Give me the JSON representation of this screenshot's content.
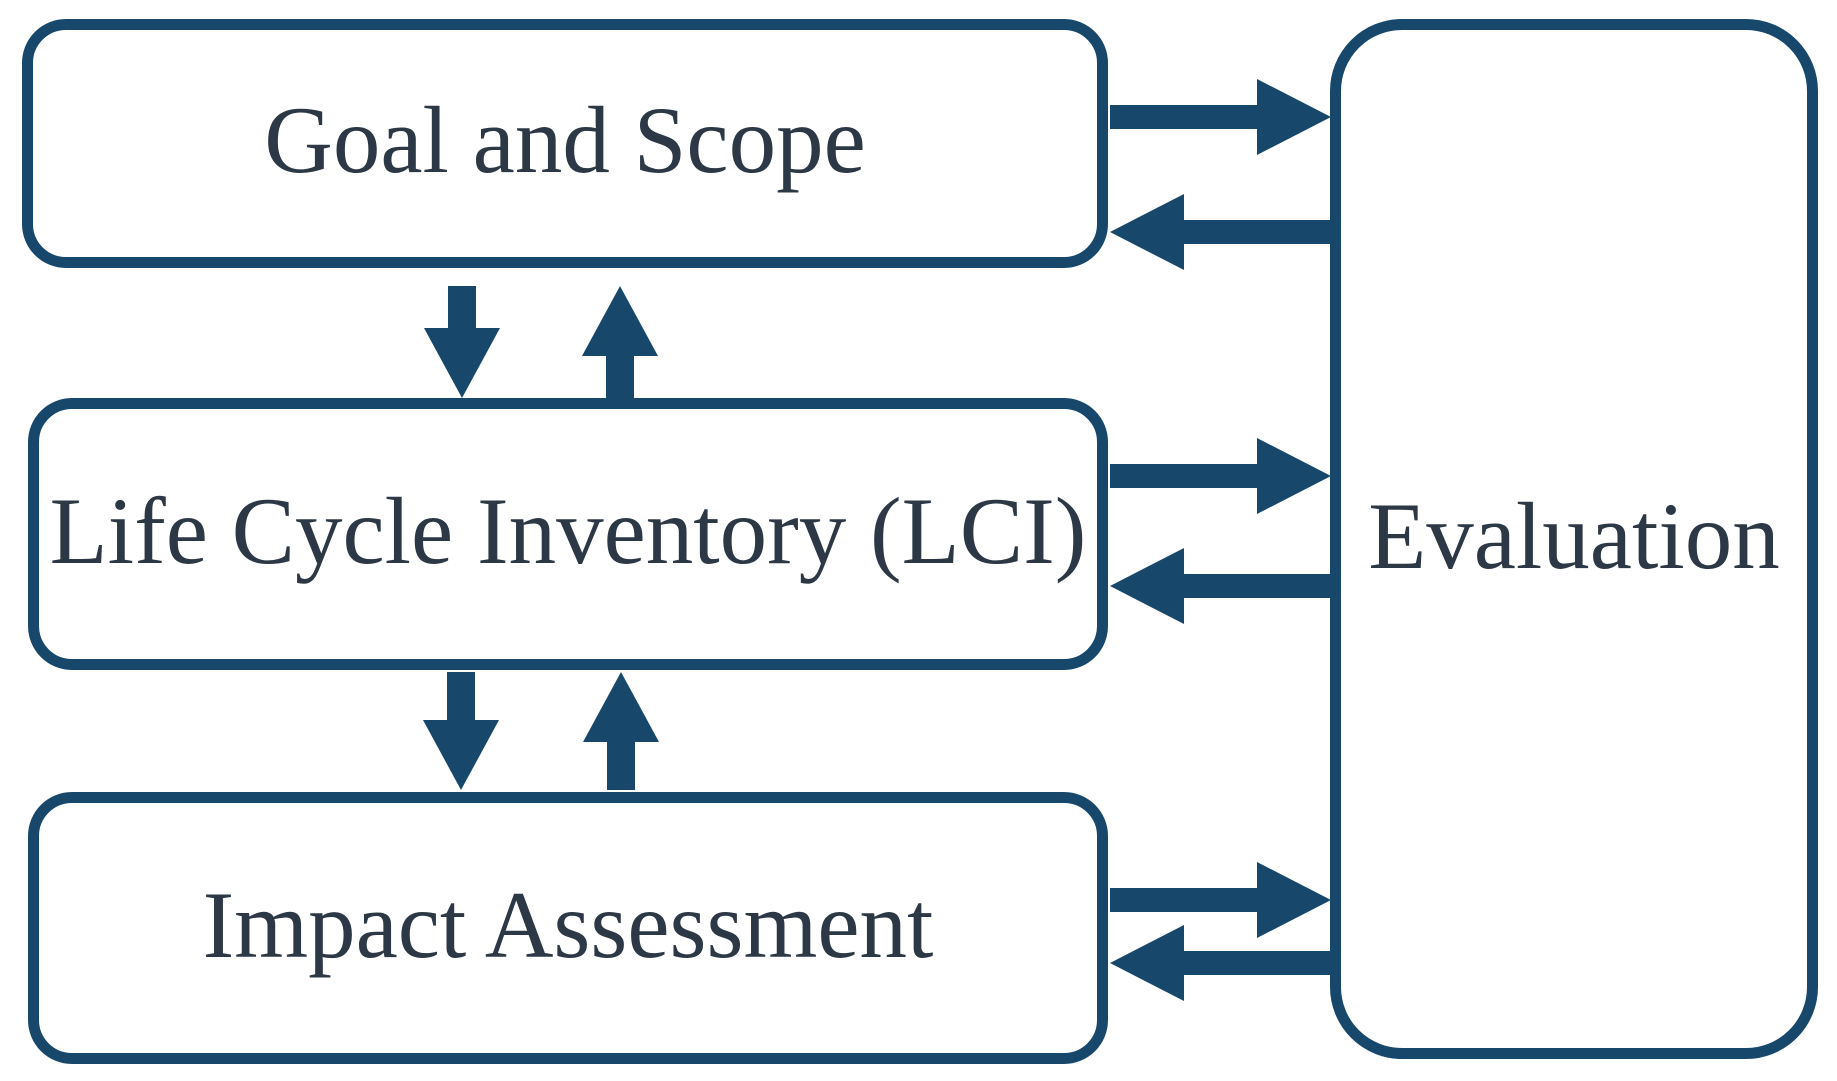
{
  "diagram": {
    "type": "flowchart",
    "colors": {
      "stroke": "#17486B",
      "text": "#2D3846",
      "background": "#FFFFFF"
    },
    "boxes": {
      "goal": {
        "label": "Goal and Scope"
      },
      "lci": {
        "label": "Life Cycle Inventory (LCI)"
      },
      "impact": {
        "label": "Impact Assessment"
      },
      "evaluation": {
        "label": "Evaluation"
      }
    },
    "connections": [
      {
        "from": "Goal and Scope",
        "to": "Life Cycle Inventory (LCI)",
        "bidirectional": true
      },
      {
        "from": "Life Cycle Inventory (LCI)",
        "to": "Impact Assessment",
        "bidirectional": true
      },
      {
        "from": "Goal and Scope",
        "to": "Evaluation",
        "bidirectional": true
      },
      {
        "from": "Life Cycle Inventory (LCI)",
        "to": "Evaluation",
        "bidirectional": true
      },
      {
        "from": "Impact Assessment",
        "to": "Evaluation",
        "bidirectional": true
      }
    ]
  }
}
